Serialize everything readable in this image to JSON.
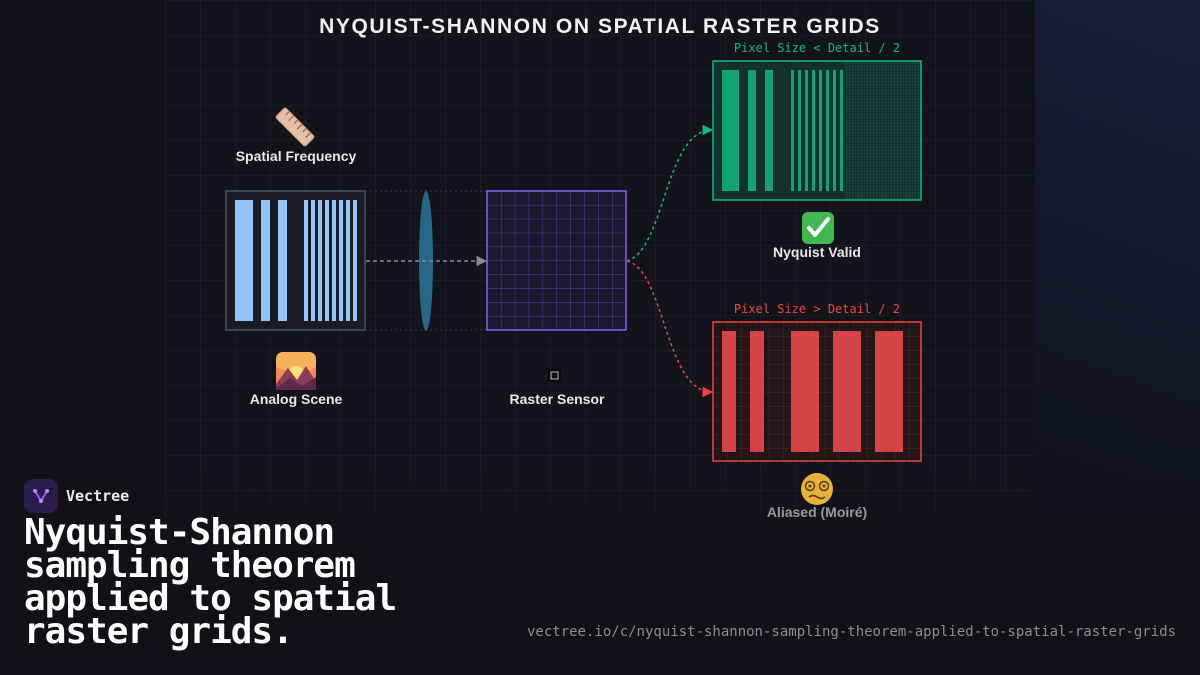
{
  "title": "NYQUIST-SHANNON ON SPATIAL RASTER GRIDS",
  "labels": {
    "spatial_frequency": "Spatial Frequency",
    "analog_scene": "Analog Scene",
    "raster_sensor": "Raster Sensor",
    "nyquist_valid": "Nyquist Valid",
    "aliased": "Aliased (Moiré)"
  },
  "conditions": {
    "valid": "Pixel Size < Detail / 2",
    "aliased": "Pixel Size > Detail / 2"
  },
  "icons": {
    "ruler": "ruler-icon",
    "scene": "sunrise-mountains-icon",
    "sensor": "square-sensor-icon",
    "check": "check-mark-icon",
    "dizzy": "dizzy-face-icon",
    "lens": "lens-icon"
  },
  "colors": {
    "scene_bars": "#93c5fd",
    "sensor_grid": "#8b5cf6",
    "valid": "#10b981",
    "aliased": "#ef4444",
    "lens": "#2b6f96"
  },
  "brand": {
    "name": "Vectree",
    "headline": "Nyquist-Shannon sampling theorem applied to spatial raster grids.",
    "url": "vectree.io/c/nyquist-shannon-sampling-theorem-applied-to-spatial-raster-grids"
  }
}
